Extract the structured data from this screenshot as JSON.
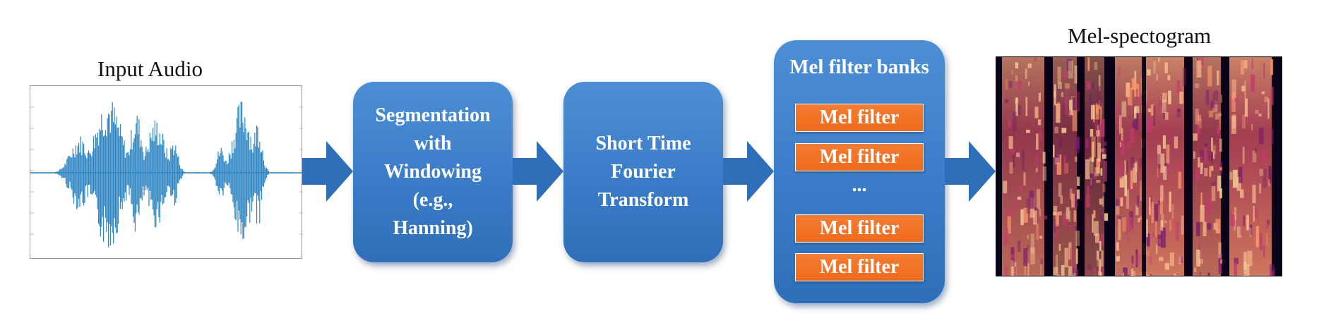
{
  "input_audio": {
    "label": "Input Audio"
  },
  "stages": {
    "segmentation": "Segmentation\nwith\nWindowing\n(e.g.,\nHanning)",
    "stft": "Short Time\nFourier\nTransform"
  },
  "mel_filter_banks": {
    "title": "Mel filter banks",
    "filters": [
      "Mel filter",
      "Mel filter",
      "Mel filter",
      "Mel filter"
    ],
    "ellipsis": "..."
  },
  "output": {
    "label": "Mel-spectogram"
  },
  "colors": {
    "stage_blue": "#3a7cc8",
    "filter_orange": "#f07020",
    "waveform_blue": "#2f86c3",
    "arrow_blue": "#2f6fb9"
  }
}
